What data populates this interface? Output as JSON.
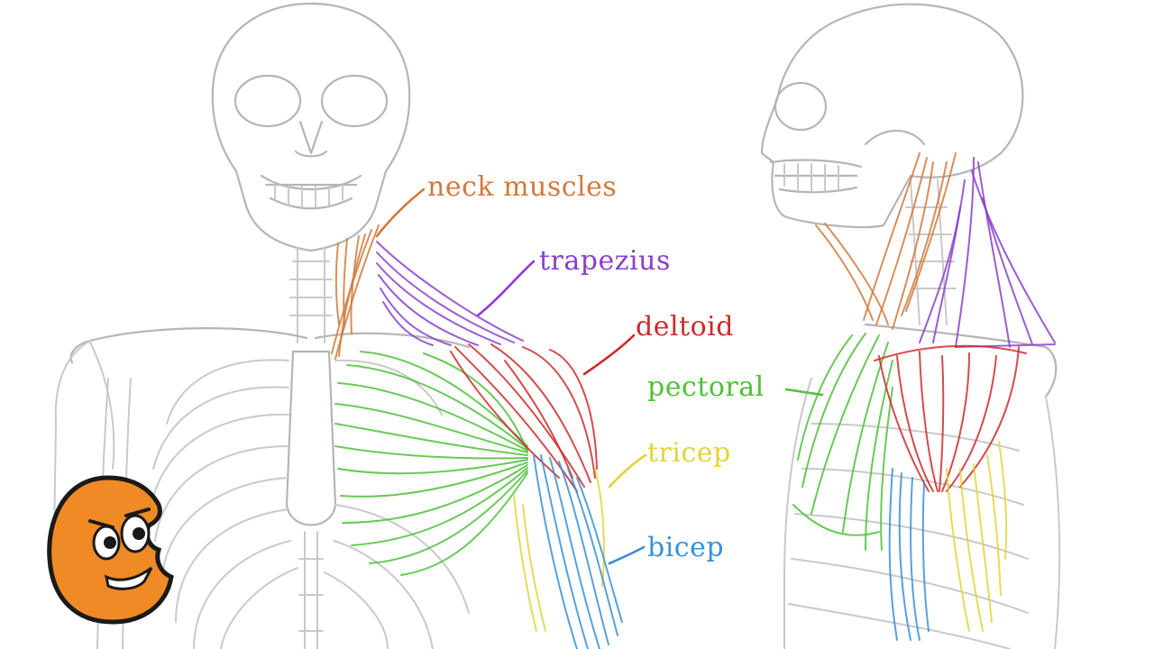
{
  "labels": {
    "neck": "neck muscles",
    "trapezius": "trapezius",
    "deltoid": "deltoid",
    "pectoral": "pectoral",
    "tricep": "tricep",
    "bicep": "bicep"
  },
  "colors": {
    "neck": "#d27a3c",
    "trapezius": "#8a3fcf",
    "deltoid": "#cc2b2b",
    "pectoral": "#4fbf3a",
    "tricep": "#e3d43a",
    "bicep": "#3b8fd6",
    "skeleton": "#c9c9c9",
    "logo": "#f08a24"
  },
  "logo": {
    "icon": "orange-cartoon-character-icon"
  }
}
